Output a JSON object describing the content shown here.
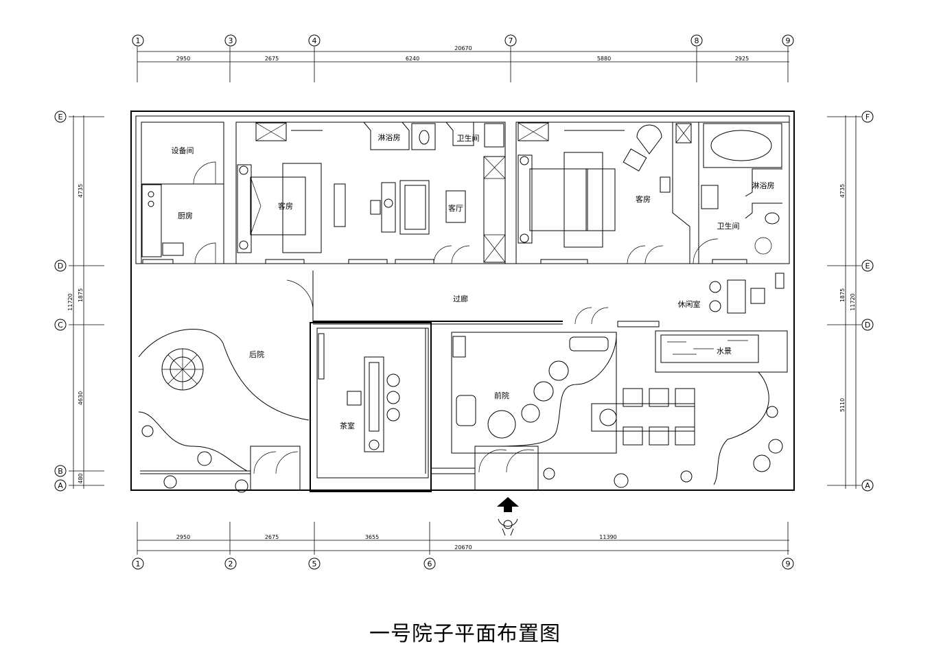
{
  "title": "一号院子平面布置图",
  "axes": {
    "top": [
      "1",
      "3",
      "4",
      "7",
      "8",
      "9"
    ],
    "bottom": [
      "1",
      "2",
      "5",
      "6",
      "9"
    ],
    "left": [
      "E",
      "D",
      "C",
      "B",
      "A"
    ],
    "right": [
      "F",
      "E",
      "D",
      "A"
    ]
  },
  "dimensions": {
    "top_segments": [
      "2950",
      "2675",
      "6240",
      "5880",
      "2925"
    ],
    "top_total": "20670",
    "bottom_segments": [
      "2950",
      "2675",
      "3655",
      "11390"
    ],
    "bottom_total": "20670",
    "left_segments": [
      "4735",
      "1875",
      "4630",
      "480"
    ],
    "left_total": "11720",
    "right_segments": [
      "4735",
      "1875",
      "5110"
    ],
    "right_total": "11720"
  },
  "rooms": {
    "equipment": "设备间",
    "kitchen": "厨房",
    "guest1": "客房",
    "shower1": "淋浴房",
    "bath1": "卫生间",
    "living": "客厅",
    "guest2": "客房",
    "shower2": "淋浴房",
    "bath2": "卫生间",
    "corridor": "过廊",
    "lounge": "休闲室",
    "backyard": "后院",
    "tea": "茶室",
    "frontyard": "前院",
    "water": "水景"
  }
}
